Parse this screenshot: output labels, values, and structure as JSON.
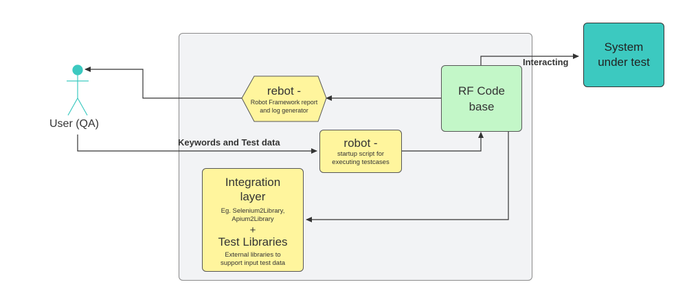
{
  "colors": {
    "container_bg": "#f2f3f5",
    "yellow": "#fff59d",
    "green": "#c3f7c8",
    "teal": "#3cc9c0",
    "actor": "#3cc9c0",
    "line": "#333333"
  },
  "actor": {
    "label": "User (QA)"
  },
  "system": {
    "title": "System\nunder test"
  },
  "rf_code": {
    "title": "RF Code\nbase"
  },
  "rebot": {
    "title": "rebot -",
    "desc": "Robot Framework report\nand log generator"
  },
  "robot": {
    "title": "robot -",
    "desc": "startup script for\nexecuting testcases"
  },
  "integration": {
    "title": "Integration\nlayer",
    "desc": "Eg. Selenium2Library,\nApium2Library",
    "plus": "+",
    "libraries_title": "Test Libraries",
    "libraries_desc": "External libraries to\nsupport input test data"
  },
  "edges": {
    "interacting": "Interacting",
    "keywords": "Keywords and Test data"
  }
}
